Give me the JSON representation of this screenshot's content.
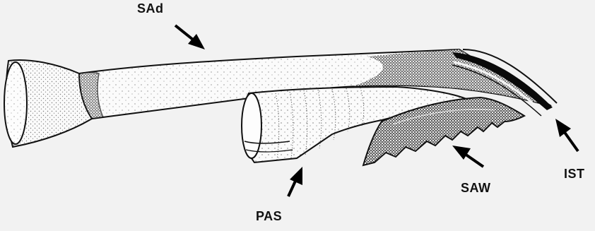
{
  "labels": {
    "sad": "SAd",
    "pas": "PAS",
    "saw": "SAW",
    "ist": "IST"
  }
}
